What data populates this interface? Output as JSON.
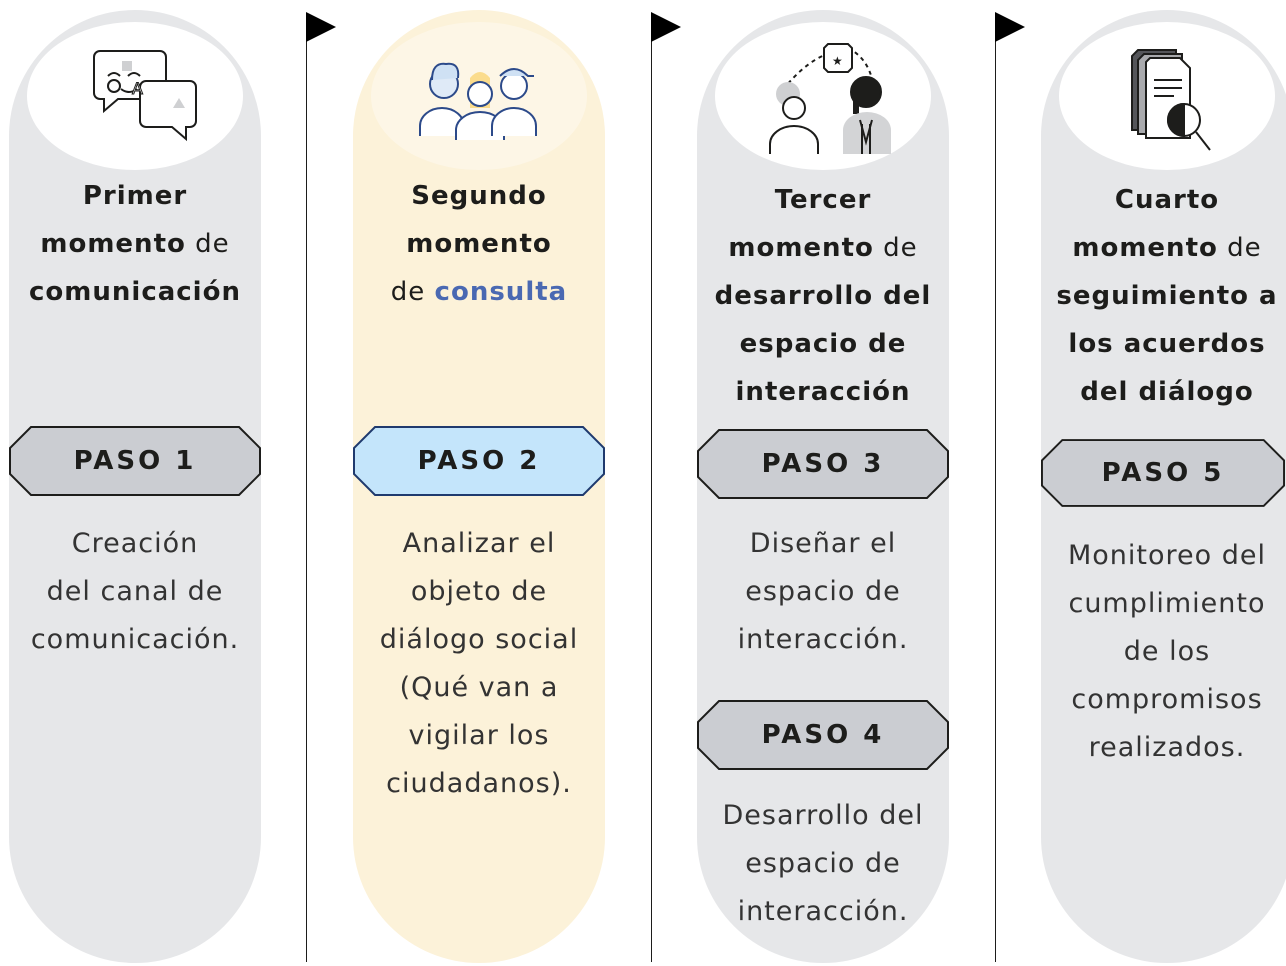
{
  "colors": {
    "column": "#e6e7e9",
    "highlight": "#fcf2d9",
    "accent": "#4a69b2",
    "paso": "#cbcdd2",
    "paso_active": "#c4e5fb"
  },
  "columns": [
    {
      "icon": "speech-bubbles-icon",
      "title": [
        "Primer",
        "momento",
        " de",
        "comunicación"
      ],
      "paso": "PASO 1",
      "desc": [
        "Creación",
        "del canal de",
        "comunicación."
      ]
    },
    {
      "icon": "group-people-icon",
      "title": [
        "Segundo",
        "momento",
        "de ",
        "consulta"
      ],
      "paso": "PASO 2",
      "desc": [
        "Analizar el",
        "objeto de",
        "diálogo social",
        "(Qué van a",
        "vigilar los",
        "ciudadanos)."
      ]
    },
    {
      "icon": "conversation-people-icon",
      "title": [
        "Tercer",
        "momento",
        " de",
        "desarrollo del",
        "espacio de",
        "interacción"
      ],
      "paso": "PASO 3",
      "desc": [
        "Diseñar el",
        "espacio de",
        "interacción."
      ],
      "paso2": "PASO 4",
      "desc2": [
        "Desarrollo del",
        "espacio de",
        "interacción."
      ]
    },
    {
      "icon": "document-magnifier-icon",
      "title": [
        "Cuarto",
        "momento",
        " de",
        "seguimiento a",
        "los acuerdos",
        "del diálogo"
      ],
      "paso": "PASO 5",
      "desc": [
        "Monitoreo del",
        "cumplimiento",
        "de los",
        "compromisos",
        "realizados."
      ]
    }
  ]
}
